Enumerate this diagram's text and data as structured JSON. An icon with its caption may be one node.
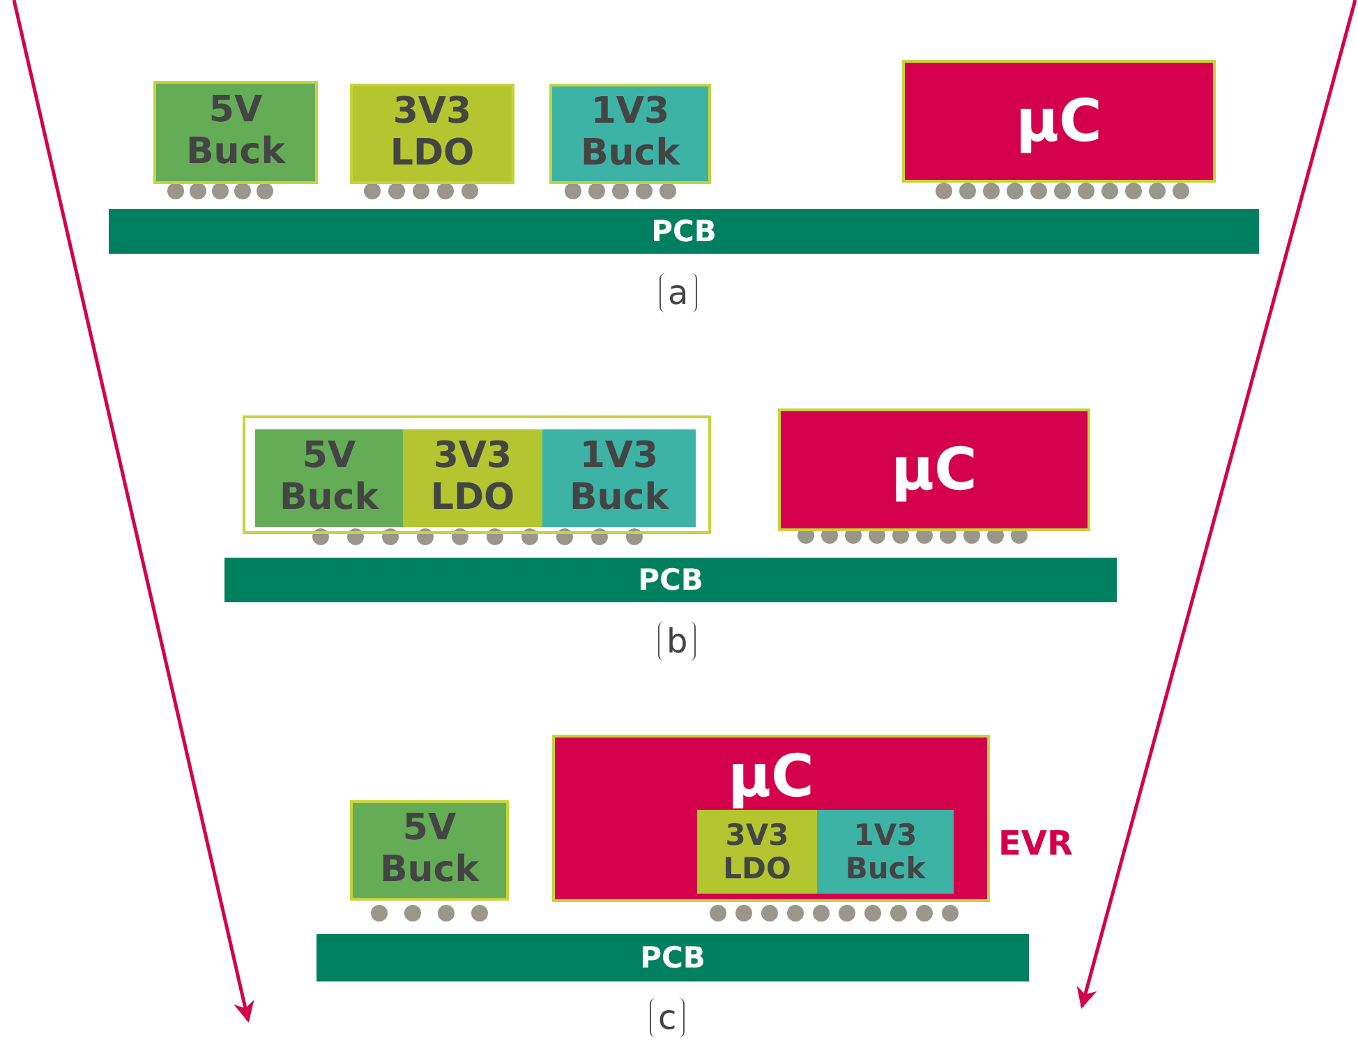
{
  "diagram": {
    "nodes": [
      {
        "text": [
          "5V Buck"
        ]
      },
      {
        "text": [
          "3V3 LDO"
        ]
      },
      {
        "text": [
          "1V3 Buck"
        ]
      },
      {
        "text": [
          "μC"
        ]
      },
      {
        "text": [
          "PCB"
        ]
      },
      {
        "text": [],
        "shape": "box"
      },
      {
        "text": [
          "5V Buck"
        ],
        "in": 5
      },
      {
        "text": [
          "3V3 LDO"
        ],
        "in": 5
      },
      {
        "text": [
          "1V3 Buck"
        ],
        "in": 5
      },
      {
        "text": [
          "μC"
        ]
      },
      {
        "text": [
          "PCB"
        ]
      },
      {
        "text": [
          "5V Buck"
        ]
      },
      {
        "text": [
          "μC"
        ],
        "beside": [
          "EVR"
        ]
      },
      {
        "text": [
          "3V3 LDO"
        ],
        "in": 12
      },
      {
        "text": [
          "1V3 Buck"
        ],
        "in": 12
      },
      {
        "text": [
          "PCB"
        ]
      }
    ],
    "labels": [
      "a",
      "b",
      "c"
    ]
  }
}
